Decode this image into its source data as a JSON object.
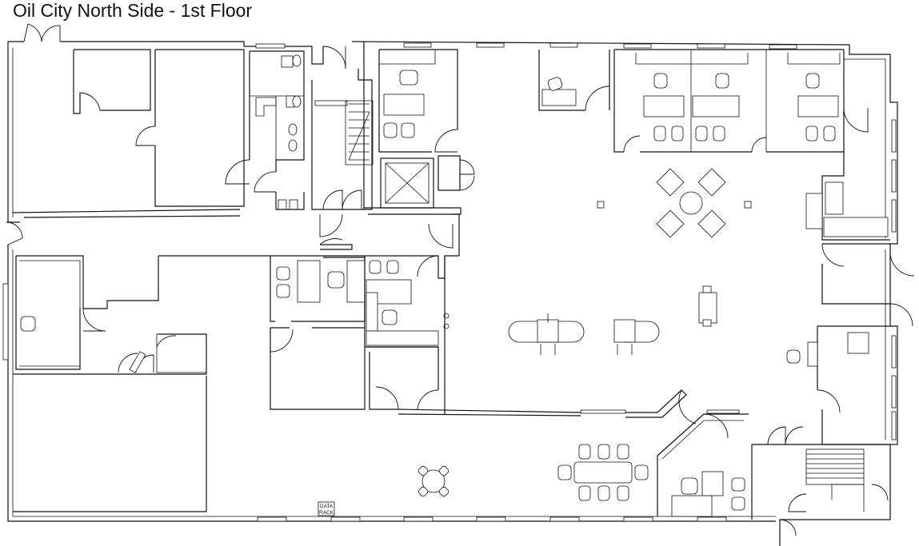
{
  "title": "Oil City North Side - 1st Floor",
  "labels": {
    "data_rack_line1": "DATA",
    "data_rack_line2": "RACK"
  }
}
